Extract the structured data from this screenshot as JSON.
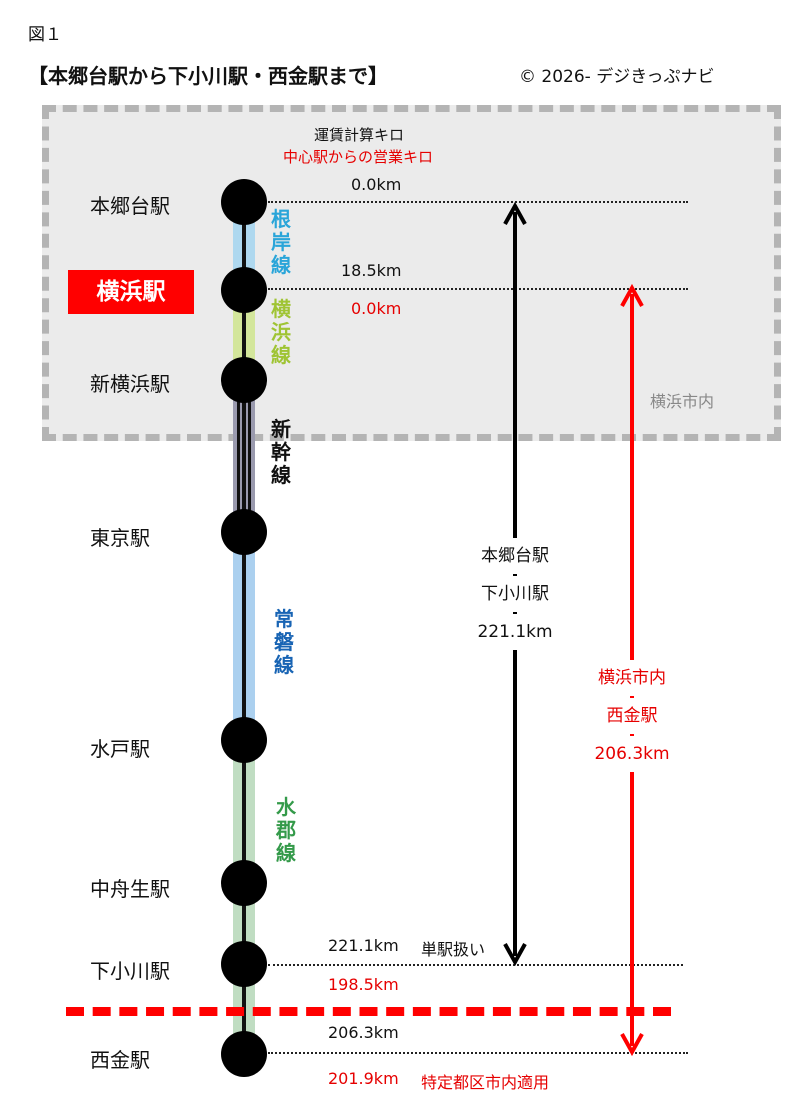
{
  "figure_label": "図１",
  "title": "【本郷台駅から下小川駅・西金駅まで】",
  "copyright": "© 2026- デジきっぷナビ",
  "city_zone_label": "横浜市内",
  "fare_header": "運賃計算キロ",
  "fare_subheader": "中心駅からの営業キロ",
  "stations": [
    {
      "name": "本郷台駅",
      "km": "0.0km"
    },
    {
      "name": "横浜駅",
      "km": "18.5km",
      "km_red": "0.0km"
    },
    {
      "name": "新横浜駅"
    },
    {
      "name": "東京駅"
    },
    {
      "name": "水戸駅"
    },
    {
      "name": "中舟生駅"
    },
    {
      "name": "下小川駅",
      "km": "221.1km",
      "note": "単駅扱い",
      "km_red": "198.5km"
    },
    {
      "name": "西金駅",
      "km": "206.3km",
      "km_red": "201.9km",
      "note_red": "特定都区市内適用"
    }
  ],
  "lines": [
    {
      "name": "根岸線",
      "color": "#2aa5d9",
      "band_color": "#aed8ef"
    },
    {
      "name": "横浜線",
      "color": "#9fc434",
      "band_color": "#d3e69b"
    },
    {
      "name": "新幹線",
      "color": "#111111",
      "band_color": "#9a9aae"
    },
    {
      "name": "常磐線",
      "color": "#1864b4",
      "band_color": "#abd0ef"
    },
    {
      "name": "水郡線",
      "color": "#349a4a",
      "band_color": "#c0ddc2"
    }
  ],
  "summary_black": {
    "from": "本郷台駅",
    "to": "下小川駅",
    "distance": "221.1km"
  },
  "summary_red": {
    "from": "横浜市内",
    "to": "西金駅",
    "distance": "206.3km"
  },
  "colors": {
    "accent_red": "#e60000",
    "zone_fill": "#ebebeb",
    "zone_border": "#b4b4b4"
  }
}
